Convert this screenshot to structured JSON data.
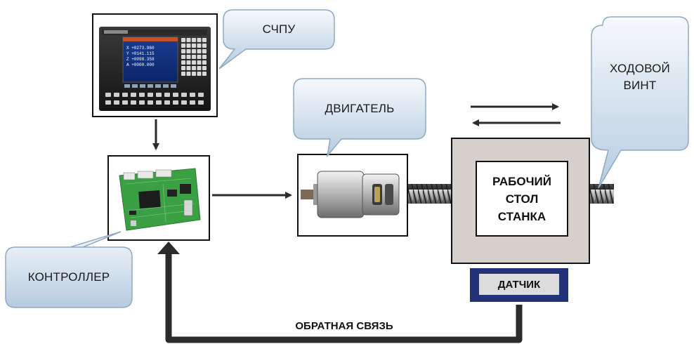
{
  "labels": {
    "cnc": "СЧПУ",
    "motor": "ДВИГАТЕЛЬ",
    "lead_screw": "ХОДОВОЙ\nВИНТ",
    "controller": "КОНТРОЛЛЕР",
    "work_table": "РАБОЧИЙ\nСТОЛ\nСТАНКА",
    "sensor": "ДАТЧИК",
    "feedback": "ОБРАТНАЯ СВЯЗЬ"
  },
  "cnc_screen": {
    "lines": [
      "X  +0273.960",
      "Y  +0141.115",
      "Z  +0098.358",
      "A  +0000.000"
    ]
  },
  "colors": {
    "bubble_top": "#f4f8fc",
    "bubble_bottom": "#b7cde2",
    "bubble_stroke": "#8fa9c3",
    "table_fill": "#d6d0cd",
    "sensor_fill": "#dcdcdc",
    "sensor_border": "#22337a",
    "arrow": "#2b2b2b"
  }
}
